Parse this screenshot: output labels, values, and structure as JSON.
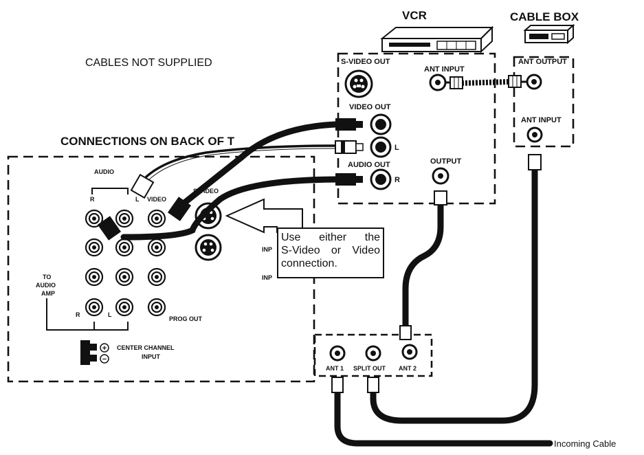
{
  "labels": {
    "vcr": "VCR",
    "cable_box": "CABLE BOX",
    "cables_not_supplied": "CABLES NOT SUPPLIED",
    "connections_on_back": "CONNECTIONS ON BACK OF T",
    "vcr_s_video_out": "S-VIDEO OUT",
    "vcr_video_out": "VIDEO OUT",
    "vcr_audio_out": "AUDIO OUT",
    "vcr_ant_input": "ANT INPUT",
    "vcr_output": "OUTPUT",
    "vcr_l": "L",
    "vcr_r": "R",
    "box_ant_output": "ANT OUTPUT",
    "box_ant_input": "ANT INPUT",
    "tv_audio": "AUDIO",
    "tv_r": "R",
    "tv_l": "L",
    "tv_video": "VIDEO",
    "tv_s_video": "S-VIDEO",
    "tv_inp_1": "INP",
    "tv_inp_2": "INP",
    "tv_to_audio_amp_1": "TO",
    "tv_to_audio_amp_2": "AUDIO",
    "tv_to_audio_amp_3": "AMP",
    "tv_amp_r": "R",
    "tv_amp_l": "L",
    "tv_prog_out": "PROG OUT",
    "tv_center_channel": "CENTER CHANNEL",
    "tv_input": "INPUT",
    "plus": "+",
    "minus": "−",
    "splitter_ant1": "ANT 1",
    "splitter_split_out": "SPLIT OUT",
    "splitter_ant2": "ANT 2",
    "incoming_cable": "Incoming Cable"
  },
  "callout": {
    "line1": "Use either the",
    "line2": "S-Video or Video",
    "line3": "connection."
  }
}
